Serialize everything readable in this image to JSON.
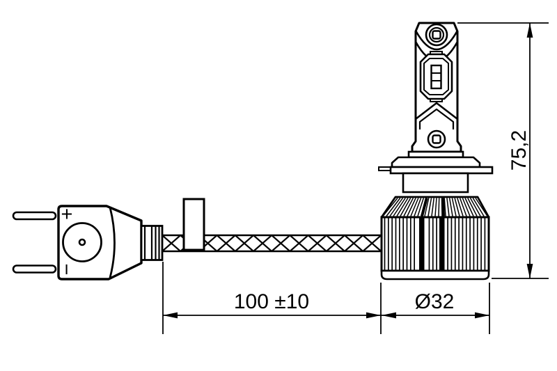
{
  "page": {
    "background": "#ffffff",
    "line_color": "#000000"
  },
  "diagram": {
    "type": "technical-drawing",
    "description": "Dimensioned line drawing of an LED headlight retrofit bulb: two-pin connector plug with polarity marks, braided cable with marker tag, and finned heat-sink lamp body",
    "connector": {
      "positive_label": "+",
      "negative_label": "−"
    },
    "dimensions": {
      "cable_length": {
        "label": "100 ±10",
        "value_mm": 100,
        "tolerance_mm": 10
      },
      "heatsink_diameter": {
        "label": "Ø32",
        "value_mm": 32
      },
      "overall_height": {
        "label": "75,2",
        "value_mm": 75.2
      }
    }
  }
}
